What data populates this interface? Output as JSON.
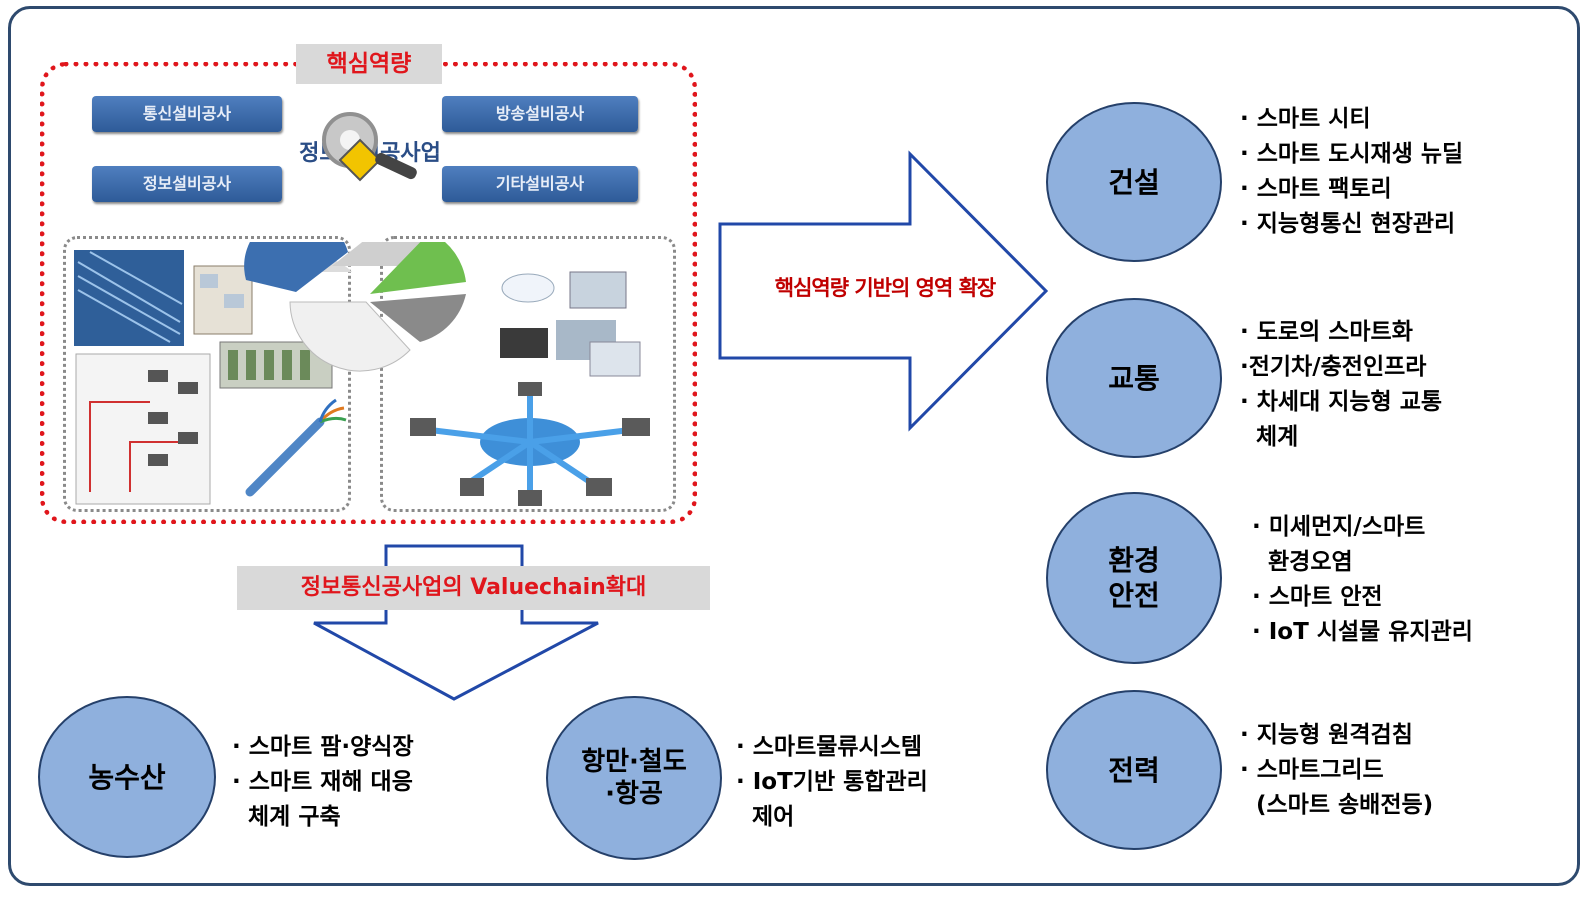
{
  "core": {
    "title": "핵심역량",
    "image": {
      "title": "정보통신공사업",
      "services": [
        "통신설비공사",
        "방송설비공사",
        "정보설비공사",
        "기타설비공사"
      ]
    }
  },
  "right_arrow_label": "핵심역량 기반의 영역 확장",
  "down_arrow_label": "정보통신공사업의 Valuechain확대",
  "right_domains": [
    {
      "name": "건설",
      "items": [
        "· 스마트 시티",
        "· 스마트 도시재생 뉴딜",
        "· 스마트 팩토리",
        "· 지능형통신 현장관리"
      ]
    },
    {
      "name": "교통",
      "items": [
        "· 도로의 스마트화",
        "·전기차/충전인프라",
        "· 차세대 지능형 교통",
        "  체계"
      ]
    },
    {
      "name": "환경\n안전",
      "items": [
        "· 미세먼지/스마트",
        "  환경오염",
        "· 스마트 안전",
        "· IoT 시설물 유지관리"
      ]
    },
    {
      "name": "전력",
      "items": [
        "· 지능형 원격검침",
        "· 스마트그리드",
        "  (스마트 송배전등)"
      ]
    }
  ],
  "bottom_domains": [
    {
      "name": "농수산",
      "items": [
        "· 스마트 팜·양식장",
        "· 스마트 재해 대응",
        "  체계 구축"
      ]
    },
    {
      "name": "항만·철도\n·항공",
      "items": [
        "· 스마트물류시스템",
        "· IoT기반 통합관리",
        "  제어"
      ]
    }
  ],
  "colors": {
    "circle_fill": "#8fb0dd",
    "circle_border": "#25406a",
    "arrow_stroke": "#2148a8",
    "accent_red": "#e0161c",
    "frame": "#2e4a6e"
  }
}
